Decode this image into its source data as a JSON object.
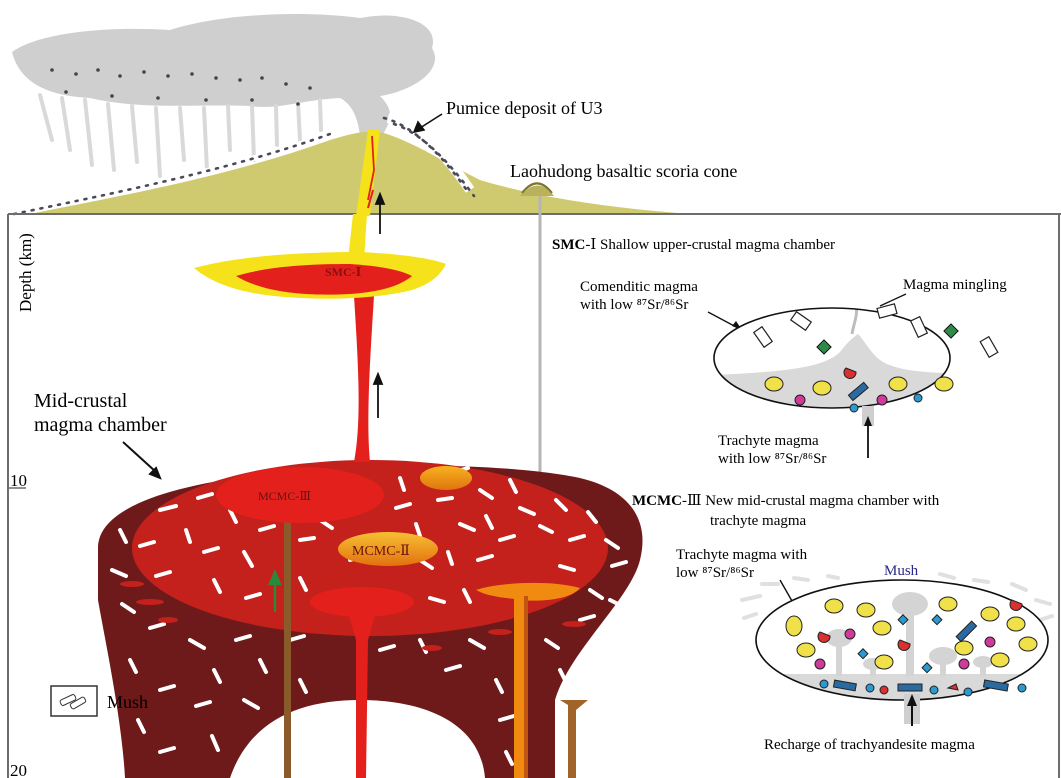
{
  "labels": {
    "pumice": "Pumice deposit of U3",
    "scoria_cone": "Laohudong basaltic scoria cone",
    "depth_axis": "Depth (km)",
    "depth_10": "10",
    "depth_20": "20",
    "mid_crustal": [
      "Mid-crustal",
      "magma chamber"
    ],
    "smc1": "SMC-Ⅰ",
    "mcmc3": "MCMC-Ⅲ",
    "mcmc2": "MCMC-Ⅱ",
    "legend_mush": "Mush"
  },
  "panel_smc": {
    "title_bold": "SMC",
    "title_rest": "-Ⅰ Shallow upper-crustal magma chamber",
    "comenditic": [
      "Comenditic  magma",
      "with low ⁸⁷Sr/⁸⁶Sr"
    ],
    "mingling": "Magma mingling",
    "trachyte": [
      "Trachyte magma",
      "with low ⁸⁷Sr/⁸⁶Sr"
    ]
  },
  "panel_mcmc": {
    "title_bold": "MCMC",
    "title_rest": "-Ⅲ New mid-crustal magma chamber with",
    "title_line2": "trachyte magma",
    "trachyte": [
      "Trachyte magma with",
      "low ⁸⁷Sr/⁸⁶Sr"
    ],
    "mush": "Mush",
    "recharge": "Recharge of trachyandesite magma"
  },
  "colors": {
    "ash_cloud": "#cfcfcf",
    "volcano": "#cfc970",
    "crust_mush": "#6e1a1a",
    "chamber_red": "#c4201c",
    "bright_red": "#e3201b",
    "yellow": "#f5e21b",
    "orange": "#f08a10",
    "frame": "#6d6d6d",
    "mush_label": "#2a2a8a"
  }
}
